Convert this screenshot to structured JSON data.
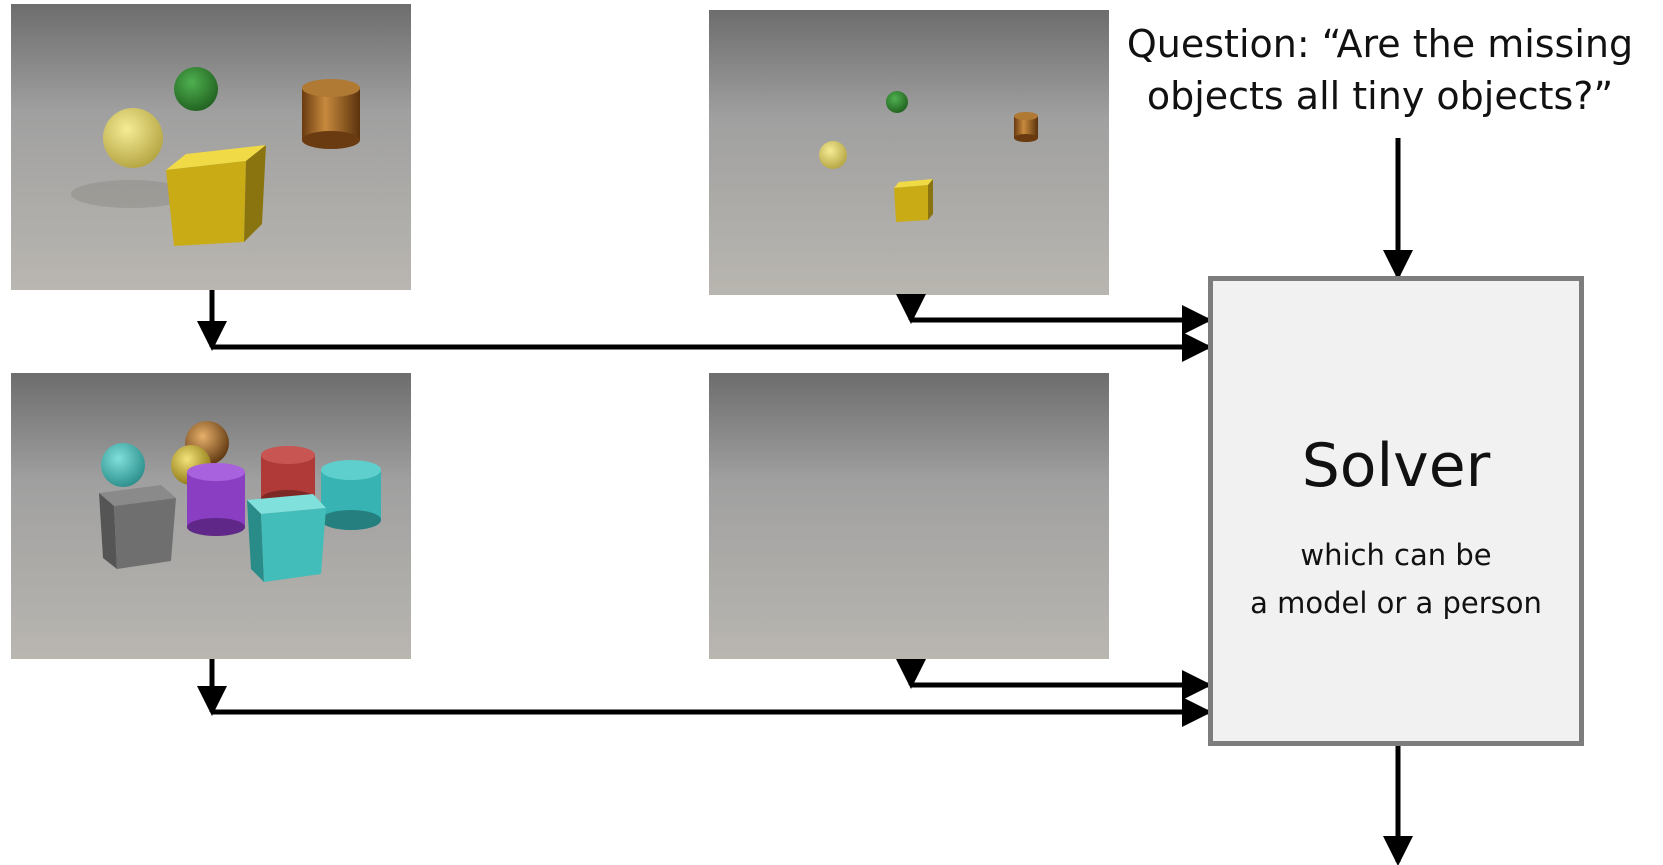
{
  "question": {
    "line1": "Question: “Are the missing",
    "line2": "objects all tiny objects?”"
  },
  "solver": {
    "title": "Solver",
    "subtitle_line1": "which can be",
    "subtitle_line2": "a model or a person"
  },
  "scenes": [
    {
      "id": "scene-1",
      "objects": [
        "yellow-sphere",
        "green-sphere",
        "bronze-cylinder",
        "gold-cube"
      ]
    },
    {
      "id": "scene-2",
      "objects": [
        "yellow-sphere",
        "green-sphere",
        "bronze-cylinder",
        "gold-cube"
      ]
    },
    {
      "id": "scene-3",
      "objects": [
        "cyan-sphere",
        "bronze-sphere",
        "gold-sphere",
        "red-cylinder",
        "purple-cylinder",
        "cyan-cylinder",
        "gray-cube",
        "cyan-cube"
      ]
    },
    {
      "id": "scene-4",
      "objects": []
    }
  ],
  "colors": {
    "arrow": "#000000",
    "solver_border": "#7d7d7d",
    "solver_fill": "#f1f1f1"
  }
}
